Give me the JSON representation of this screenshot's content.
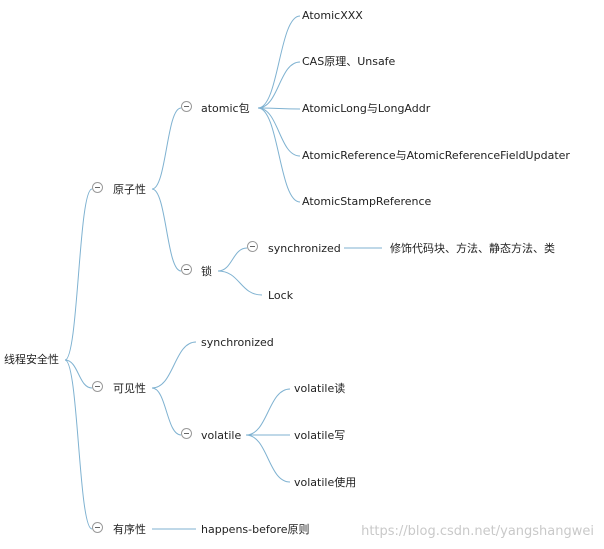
{
  "mindmap": {
    "root": "线程安全性",
    "branches": {
      "atomicity": {
        "label": "原子性",
        "atomic_pkg": {
          "label": "atomic包",
          "items": [
            "AtomicXXX",
            "CAS原理、Unsafe",
            "AtomicLong与LongAddr",
            "AtomicReference与AtomicReferenceFieldUpdater",
            "AtomicStampReference"
          ]
        },
        "lock": {
          "label": "锁",
          "synchronized": {
            "label": "synchronized",
            "detail": "修饰代码块、方法、静态方法、类"
          },
          "lock_label": "Lock"
        }
      },
      "visibility": {
        "label": "可见性",
        "synchronized": "synchronized",
        "volatile": {
          "label": "volatile",
          "items": [
            "volatile读",
            "volatile写",
            "volatile使用"
          ]
        }
      },
      "ordering": {
        "label": "有序性",
        "item": "happens-before原则"
      }
    }
  },
  "line_color": "#7fb2d1",
  "watermark": "https://blog.csdn.net/yangshangwei"
}
